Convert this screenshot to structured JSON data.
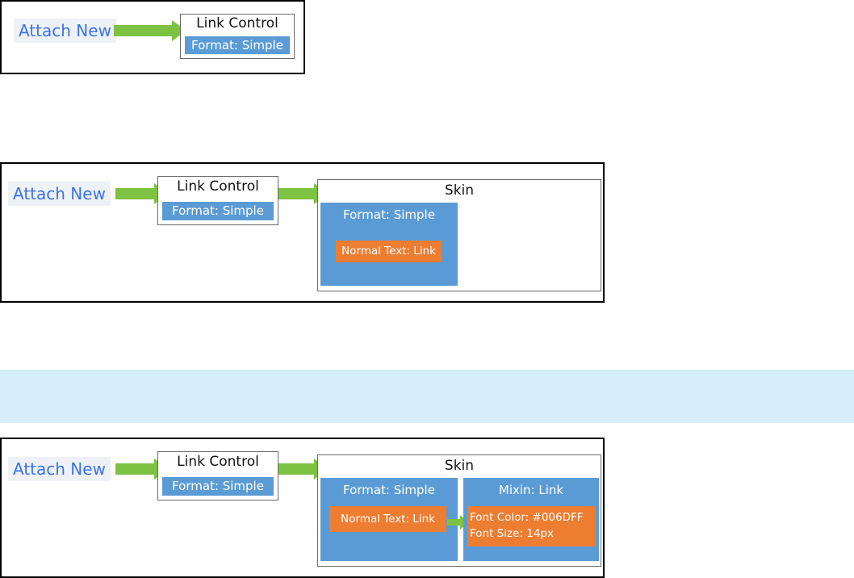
{
  "colors": {
    "attach_text": "#3a74e6",
    "attach_bg": "#eef2f7",
    "arrow_green": "#7dc242",
    "format_blue": "#5b9bd5",
    "text_orange": "#ed7d31",
    "highlight_band": "#d6eef9"
  },
  "diagram1": {
    "attach": "Attach New",
    "link_control": {
      "title": "Link Control",
      "format": "Format: Simple"
    }
  },
  "diagram2": {
    "attach": "Attach New",
    "link_control": {
      "title": "Link Control",
      "format": "Format: Simple"
    },
    "skin": {
      "title": "Skin",
      "format": {
        "title": "Format: Simple",
        "item": "Normal Text: Link"
      }
    }
  },
  "diagram3": {
    "attach": "Attach New",
    "link_control": {
      "title": "Link Control",
      "format": "Format: Simple"
    },
    "skin": {
      "title": "Skin",
      "format": {
        "title": "Format: Simple",
        "item": "Normal Text: Link"
      },
      "mixin": {
        "title": "Mixin: Link",
        "font_color": "Font Color: #006DFF",
        "font_size": "Font Size: 14px"
      }
    }
  }
}
